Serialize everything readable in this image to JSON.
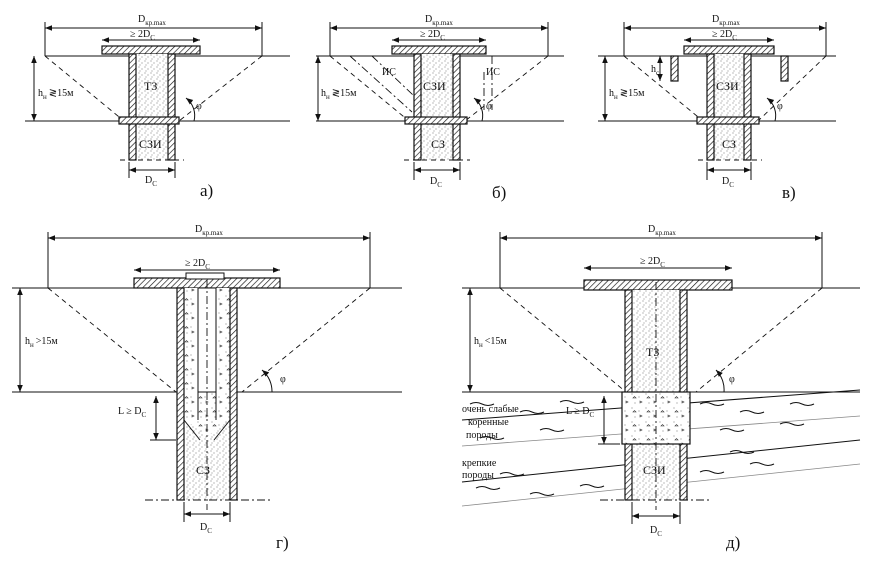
{
  "labels": {
    "dkrmax": "D",
    "dkrmax_sub": "кр.max",
    "ge2dc": "≥ 2D",
    "c_sub": "С",
    "dc": "D",
    "hn": "h",
    "hn_sub": "н",
    "hn_le15": "≷15м",
    "hn_gt15": ">15м",
    "hn_lt15": "<15м",
    "phi": "φ",
    "hc": "h",
    "hc_sub": "с",
    "l_ge_dc": "L ≥ D",
    "tz": "ТЗ",
    "szi": "СЗИ",
    "sz": "СЗ",
    "is": "ИС",
    "rock_weak_1": "очень слабые",
    "rock_weak_2": "коренные",
    "rock_weak_3": "породы",
    "rock_strong_1": "крепкие",
    "rock_strong_2": "породы"
  },
  "figures": {
    "a": "а)",
    "b": "б)",
    "v": "в)",
    "g": "г)",
    "d": "д)"
  }
}
